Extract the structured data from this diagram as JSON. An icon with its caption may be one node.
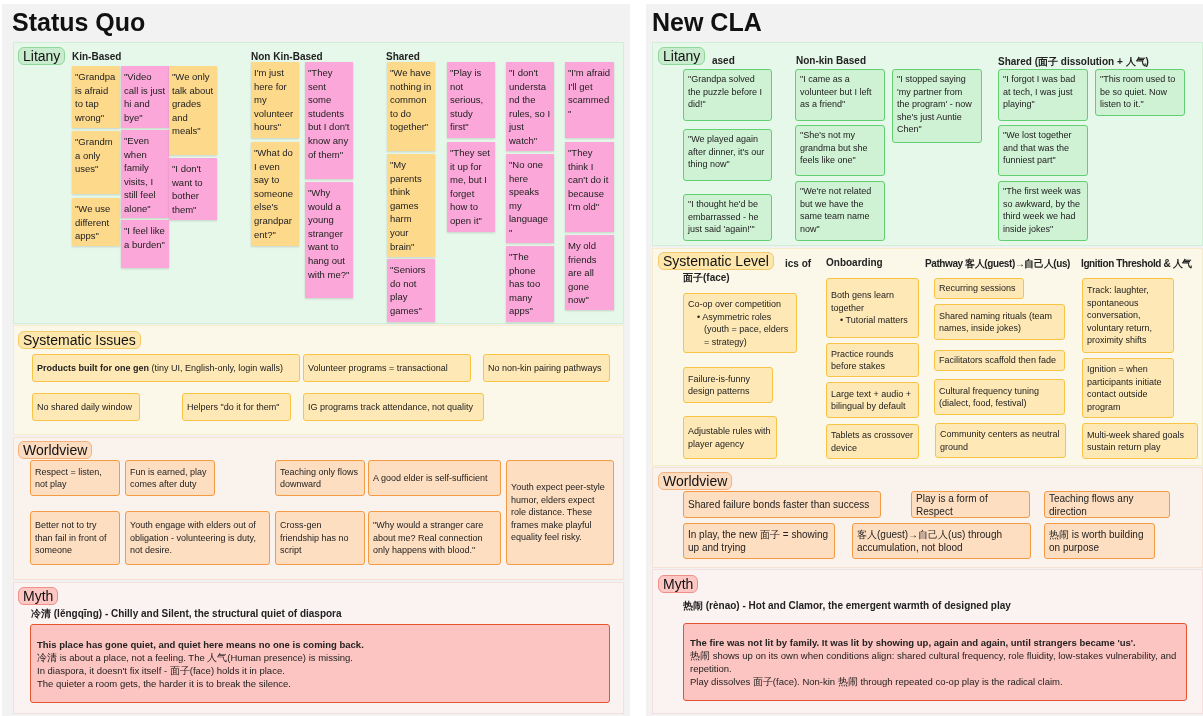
{
  "diagram": {
    "nodes": [
      {
        "text": [
          "Status Quo"
        ]
      },
      {
        "text": [
          "Litany",
          "Kin-Based",
          "Non Kin-Based",
          "Shared"
        ],
        "in": 0
      },
      {
        "text": [
          "\"Grandpa is afraid to tap wrong\""
        ],
        "in": 1
      },
      {
        "text": [
          "\"Grandma only uses\""
        ],
        "in": 1
      },
      {
        "text": [
          "\"We use different apps\""
        ],
        "in": 1
      },
      {
        "text": [
          "\"Video call is just hi and bye\""
        ],
        "in": 1
      },
      {
        "text": [
          "\"Even when family visits, I still feel alone\""
        ],
        "in": 1
      },
      {
        "text": [
          "\"I feel like a burden\""
        ],
        "in": 1
      },
      {
        "text": [
          "\"We only talk about grades and meals\""
        ],
        "in": 1
      },
      {
        "text": [
          "\"I don't want to bother them\""
        ],
        "in": 1
      },
      {
        "text": [
          "I'm just here for my volunteer hours\""
        ],
        "in": 1
      },
      {
        "text": [
          "\"What do I even say to someone else's grandparent?\""
        ],
        "in": 1
      },
      {
        "text": [
          "\"They sent some students but I don't know any of them\""
        ],
        "in": 1
      },
      {
        "text": [
          "\"Why would a young stranger want to hang out with me?\""
        ],
        "in": 1
      },
      {
        "text": [
          "\"We have nothing in common to do together\""
        ],
        "in": 1
      },
      {
        "text": [
          "\"My parents think games harm your brain\""
        ],
        "in": 1
      },
      {
        "text": [
          "\"Seniors do not play games\""
        ],
        "in": 1
      },
      {
        "text": [
          "\"Play is not serious, study first\""
        ],
        "in": 1
      },
      {
        "text": [
          "\"They set it up for me, but I forget how to open it\""
        ],
        "in": 1
      },
      {
        "text": [
          "\"I don't understand the rules, so I just watch\""
        ],
        "in": 1
      },
      {
        "text": [
          "\"No one here speaks my language\""
        ],
        "in": 1
      },
      {
        "text": [
          "\"The phone has too many apps\""
        ],
        "in": 1
      },
      {
        "text": [
          "\"I'm afraid I'll get scammed\""
        ],
        "in": 1
      },
      {
        "text": [
          "\"They think I can't do it because I'm old\""
        ],
        "in": 1
      },
      {
        "text": [
          "My old friends are all gone now\""
        ],
        "in": 1
      },
      {
        "text": [
          "Systematic Issues"
        ],
        "in": 0
      },
      {
        "text": [
          "**Products built for one gen** (tiny UI, English-only, login walls)"
        ],
        "in": 25
      },
      {
        "text": [
          "Volunteer programs = transactional"
        ],
        "in": 25
      },
      {
        "text": [
          "No non-kin pairing pathways"
        ],
        "in": 25
      },
      {
        "text": [
          "No shared daily window"
        ],
        "in": 25
      },
      {
        "text": [
          "Helpers \"do it for them\""
        ],
        "in": 25
      },
      {
        "text": [
          "IG programs track attendance, not quality"
        ],
        "in": 25
      },
      {
        "text": [
          "Worldview"
        ],
        "in": 0
      },
      {
        "text": [
          "Respect = listen, not play"
        ],
        "in": 32
      },
      {
        "text": [
          "Fun is earned, play comes after duty"
        ],
        "in": 32
      },
      {
        "text": [
          "Teaching only flows downward"
        ],
        "in": 32
      },
      {
        "text": [
          "A good elder is self-sufficient"
        ],
        "in": 32
      },
      {
        "text": [
          "Youth expect peer-style humor, elders expect role distance. These frames make playful equality feel risky."
        ],
        "in": 32
      },
      {
        "text": [
          "Better not to try than fail in front of someone"
        ],
        "in": 32
      },
      {
        "text": [
          "Youth engage with elders out of obligation - volunteering is duty, not desire."
        ],
        "in": 32
      },
      {
        "text": [
          "Cross-gen friendship has no script"
        ],
        "in": 32
      },
      {
        "text": [
          "\"Why would a stranger care about me? Real connection only happens with blood.\""
        ],
        "in": 32
      },
      {
        "text": [
          "Myth",
          "冷清 (lěngqīng) - Chilly and Silent, the structural quiet of diaspora"
        ],
        "in": 0
      },
      {
        "text": [
          "This place has gone quiet, and quiet here means no one is coming back.",
          "冷清 is about a place, not a feeling. The 人气(Human presence) is missing.",
          "In diaspora, it doesn't fix itself - 面子(face) holds it in place.",
          "The quieter a room gets, the harder it is to break the silence."
        ],
        "in": 42
      },
      {
        "text": [
          "New CLA"
        ]
      },
      {
        "text": [
          "Litany",
          "ased",
          "Non-kin Based",
          "Shared (面子 dissolution + 人气)"
        ],
        "in": 44
      },
      {
        "text": [
          "\"Grandpa solved the puzzle before I did!\""
        ],
        "in": 45
      },
      {
        "text": [
          "\"We played again after dinner, it's our thing now\""
        ],
        "in": 45
      },
      {
        "text": [
          "\"I thought he'd be embarrassed - he just said 'again!'\""
        ],
        "in": 45
      },
      {
        "text": [
          "\"I came as a volunteer but I left as a friend\""
        ],
        "in": 45
      },
      {
        "text": [
          "\"She's not my grandma but she feels like one\""
        ],
        "in": 45
      },
      {
        "text": [
          "\"We're not related but we have the same team name now\""
        ],
        "in": 45
      },
      {
        "text": [
          "\"I stopped saying 'my partner from the program' - now she's just Auntie Chen\""
        ],
        "in": 45
      },
      {
        "text": [
          "\"I forgot I was bad at tech, I was just playing\""
        ],
        "in": 45
      },
      {
        "text": [
          "\"We lost together and that was the funniest part\""
        ],
        "in": 45
      },
      {
        "text": [
          "\"The first week was so awkward, by the third week we had inside jokes\""
        ],
        "in": 45
      },
      {
        "text": [
          "\"This room used to be so quiet. Now listen to it.\""
        ],
        "in": 45
      },
      {
        "text": [
          "Systematic Level",
          "ics of 面子(face)",
          "Onboarding",
          "Pathway 客人(guest)→自己人(us)",
          "Ignition Threshold & 人气"
        ],
        "in": 44
      },
      {
        "text": [
          "Co-op over competition",
          "• Asymmetric roles (youth = pace, elders = strategy)"
        ],
        "in": 57
      },
      {
        "text": [
          "Failure-is-funny design patterns"
        ],
        "in": 57
      },
      {
        "text": [
          "Adjustable rules with player agency"
        ],
        "in": 57
      },
      {
        "text": [
          "Both gens learn together",
          "• Tutorial matters"
        ],
        "in": 57
      },
      {
        "text": [
          "Practice rounds before stakes"
        ],
        "in": 57
      },
      {
        "text": [
          "Large text + audio + bilingual by default"
        ],
        "in": 57
      },
      {
        "text": [
          "Tablets as crossover device"
        ],
        "in": 57
      },
      {
        "text": [
          "Recurring sessions"
        ],
        "in": 57
      },
      {
        "text": [
          "Shared naming rituals (team names, inside jokes)"
        ],
        "in": 57
      },
      {
        "text": [
          "Facilitators scaffold then fade"
        ],
        "in": 57
      },
      {
        "text": [
          "Cultural frequency tuning (dialect, food, festival)"
        ],
        "in": 57
      },
      {
        "text": [
          "Community centers as neutral ground"
        ],
        "in": 57
      },
      {
        "text": [
          "Track: laughter, spontaneous conversation, voluntary return, proximity shifts"
        ],
        "in": 57
      },
      {
        "text": [
          "Ignition = when participants initiate contact outside program"
        ],
        "in": 57
      },
      {
        "text": [
          "Multi-week shared goals sustain return play"
        ],
        "in": 57
      },
      {
        "text": [
          "Worldview"
        ],
        "in": 44
      },
      {
        "text": [
          "Shared failure bonds faster than success"
        ],
        "in": 73
      },
      {
        "text": [
          "Play is a form of Respect"
        ],
        "in": 73
      },
      {
        "text": [
          "Teaching flows any direction"
        ],
        "in": 73
      },
      {
        "text": [
          "In play, the new 面子 = showing up and trying"
        ],
        "in": 73
      },
      {
        "text": [
          "客人(guest)→自己人(us) through accumulation, not blood"
        ],
        "in": 73
      },
      {
        "text": [
          "热闹 is worth building on purpose"
        ],
        "in": 73
      },
      {
        "text": [
          "Myth",
          "热闹 (rènao) - Hot and Clamor, the emergent warmth of designed play"
        ],
        "in": 44
      },
      {
        "text": [
          "The fire was not lit by family. It was lit by showing up, again and again, until strangers became 'us'.",
          "热闹 shows up on its own when conditions align: shared cultural frequency, role fluidity, low-stakes vulnerability, and repetition.",
          "Play dissolves 面子(face). Non-kin 热闹 through repeated co-op play is the radical claim."
        ],
        "in": 80
      }
    ]
  }
}
